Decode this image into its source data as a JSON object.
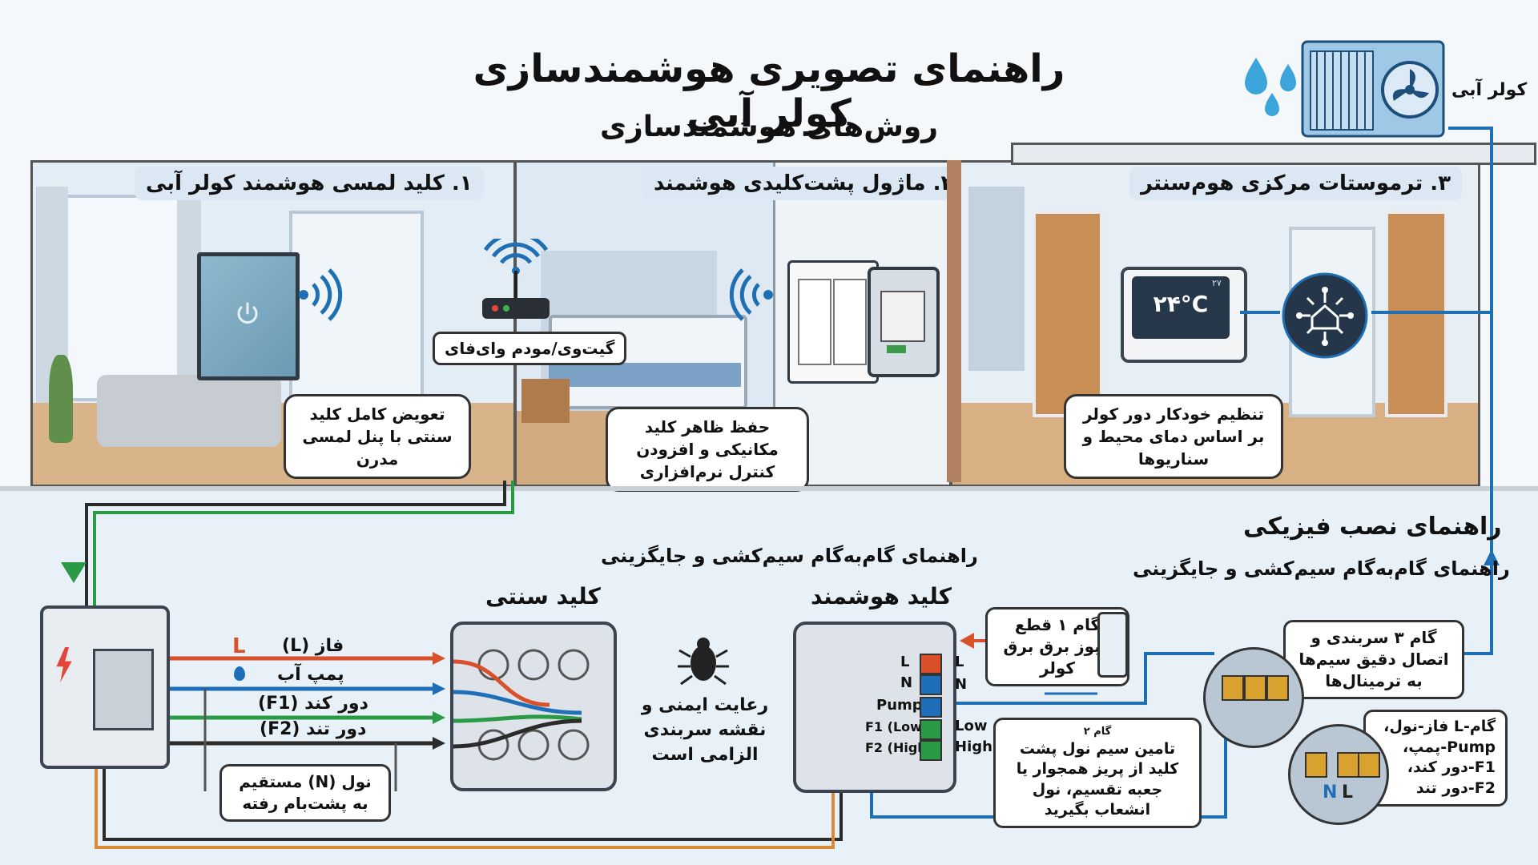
{
  "header": {
    "title": "راهنمای تصویری هوشمندسازی کولر آبی",
    "subtitle": "روش‌های هوشمندسازی",
    "cooler_label": "کولر آبی"
  },
  "panels": [
    {
      "title": "۱. کلید لمسی هوشمند کولر آبی",
      "callout": "تعویض کامل کلید سنتی با پنل لمسی مدرن"
    },
    {
      "title": "۲. ماژول پشت‌کلیدی هوشمند",
      "callout": "حفظ ظاهر کلید مکانیکی و افزودن کنترل نرم‌افزاری"
    },
    {
      "title": "۳. ترموستات مرکزی هوم‌سنتر",
      "callout": "تنظیم خودکار دور کولر بر اساس دمای محیط و سناریوها"
    }
  ],
  "gateway_label": "گیت‌وی/مودم وای‌فای",
  "thermostat_display": "۲۴°C",
  "thermostat_corner": "۲۷",
  "install": {
    "heading": "راهنمای نصب فیزیکی",
    "subheading_right": "راهنمای گام‌به‌گام سیم‌کشی و جایگزینی",
    "subheading_center": "راهنمای گام‌به‌گام سیم‌کشی و جایگزینی"
  },
  "wires": [
    {
      "letter": "L",
      "label": "فاز (L)",
      "color": "#d9502a"
    },
    {
      "letter": "",
      "label": "پمپ آب",
      "color": "#1e6fb8"
    },
    {
      "letter": "",
      "label": "دور کند (F1)",
      "color": "#2a9a47"
    },
    {
      "letter": "",
      "label": "دور تند (F2)",
      "color": "#2b2b2b"
    }
  ],
  "neutral_note": "نول (N) مستقیم به پشت‌بام رفته",
  "traditional_switch_label": "کلید سنتی",
  "smart_switch_label": "کلید هوشمند",
  "safety_note": "رعایت ایمنی و نقشه سربندی الزامی است",
  "terminals": [
    {
      "name": "L",
      "side": "L"
    },
    {
      "name": "N",
      "side": "N"
    },
    {
      "name": "Pump",
      "side": ""
    },
    {
      "name": "F1 (Low)",
      "side": "Low"
    },
    {
      "name": "F2 (High)",
      "side": "High"
    }
  ],
  "steps": {
    "step1": "گام ۱ قطع فیوز برق برق کولر",
    "step2_title": "گام ۲",
    "step2": "تامین سیم نول پشت کلید از پریز همجوار یا جعبه تقسیم، نول انشعاب بگیرید",
    "step3": "گام ۳ سربندی و اتصال دقیق سیم‌ها به ترمینال‌ها",
    "step4": "گام-L فاز-نول، Pump-پمپ، F1-دور کند، F2-دور تند"
  },
  "connector_labels": {
    "n": "N",
    "l": "L"
  },
  "colors": {
    "phase": "#d9502a",
    "pump": "#1e6fb8",
    "low": "#2a9a47",
    "high": "#2b2b2b",
    "neutral": "#d98b3a",
    "accent_blue": "#1f6fb5"
  }
}
